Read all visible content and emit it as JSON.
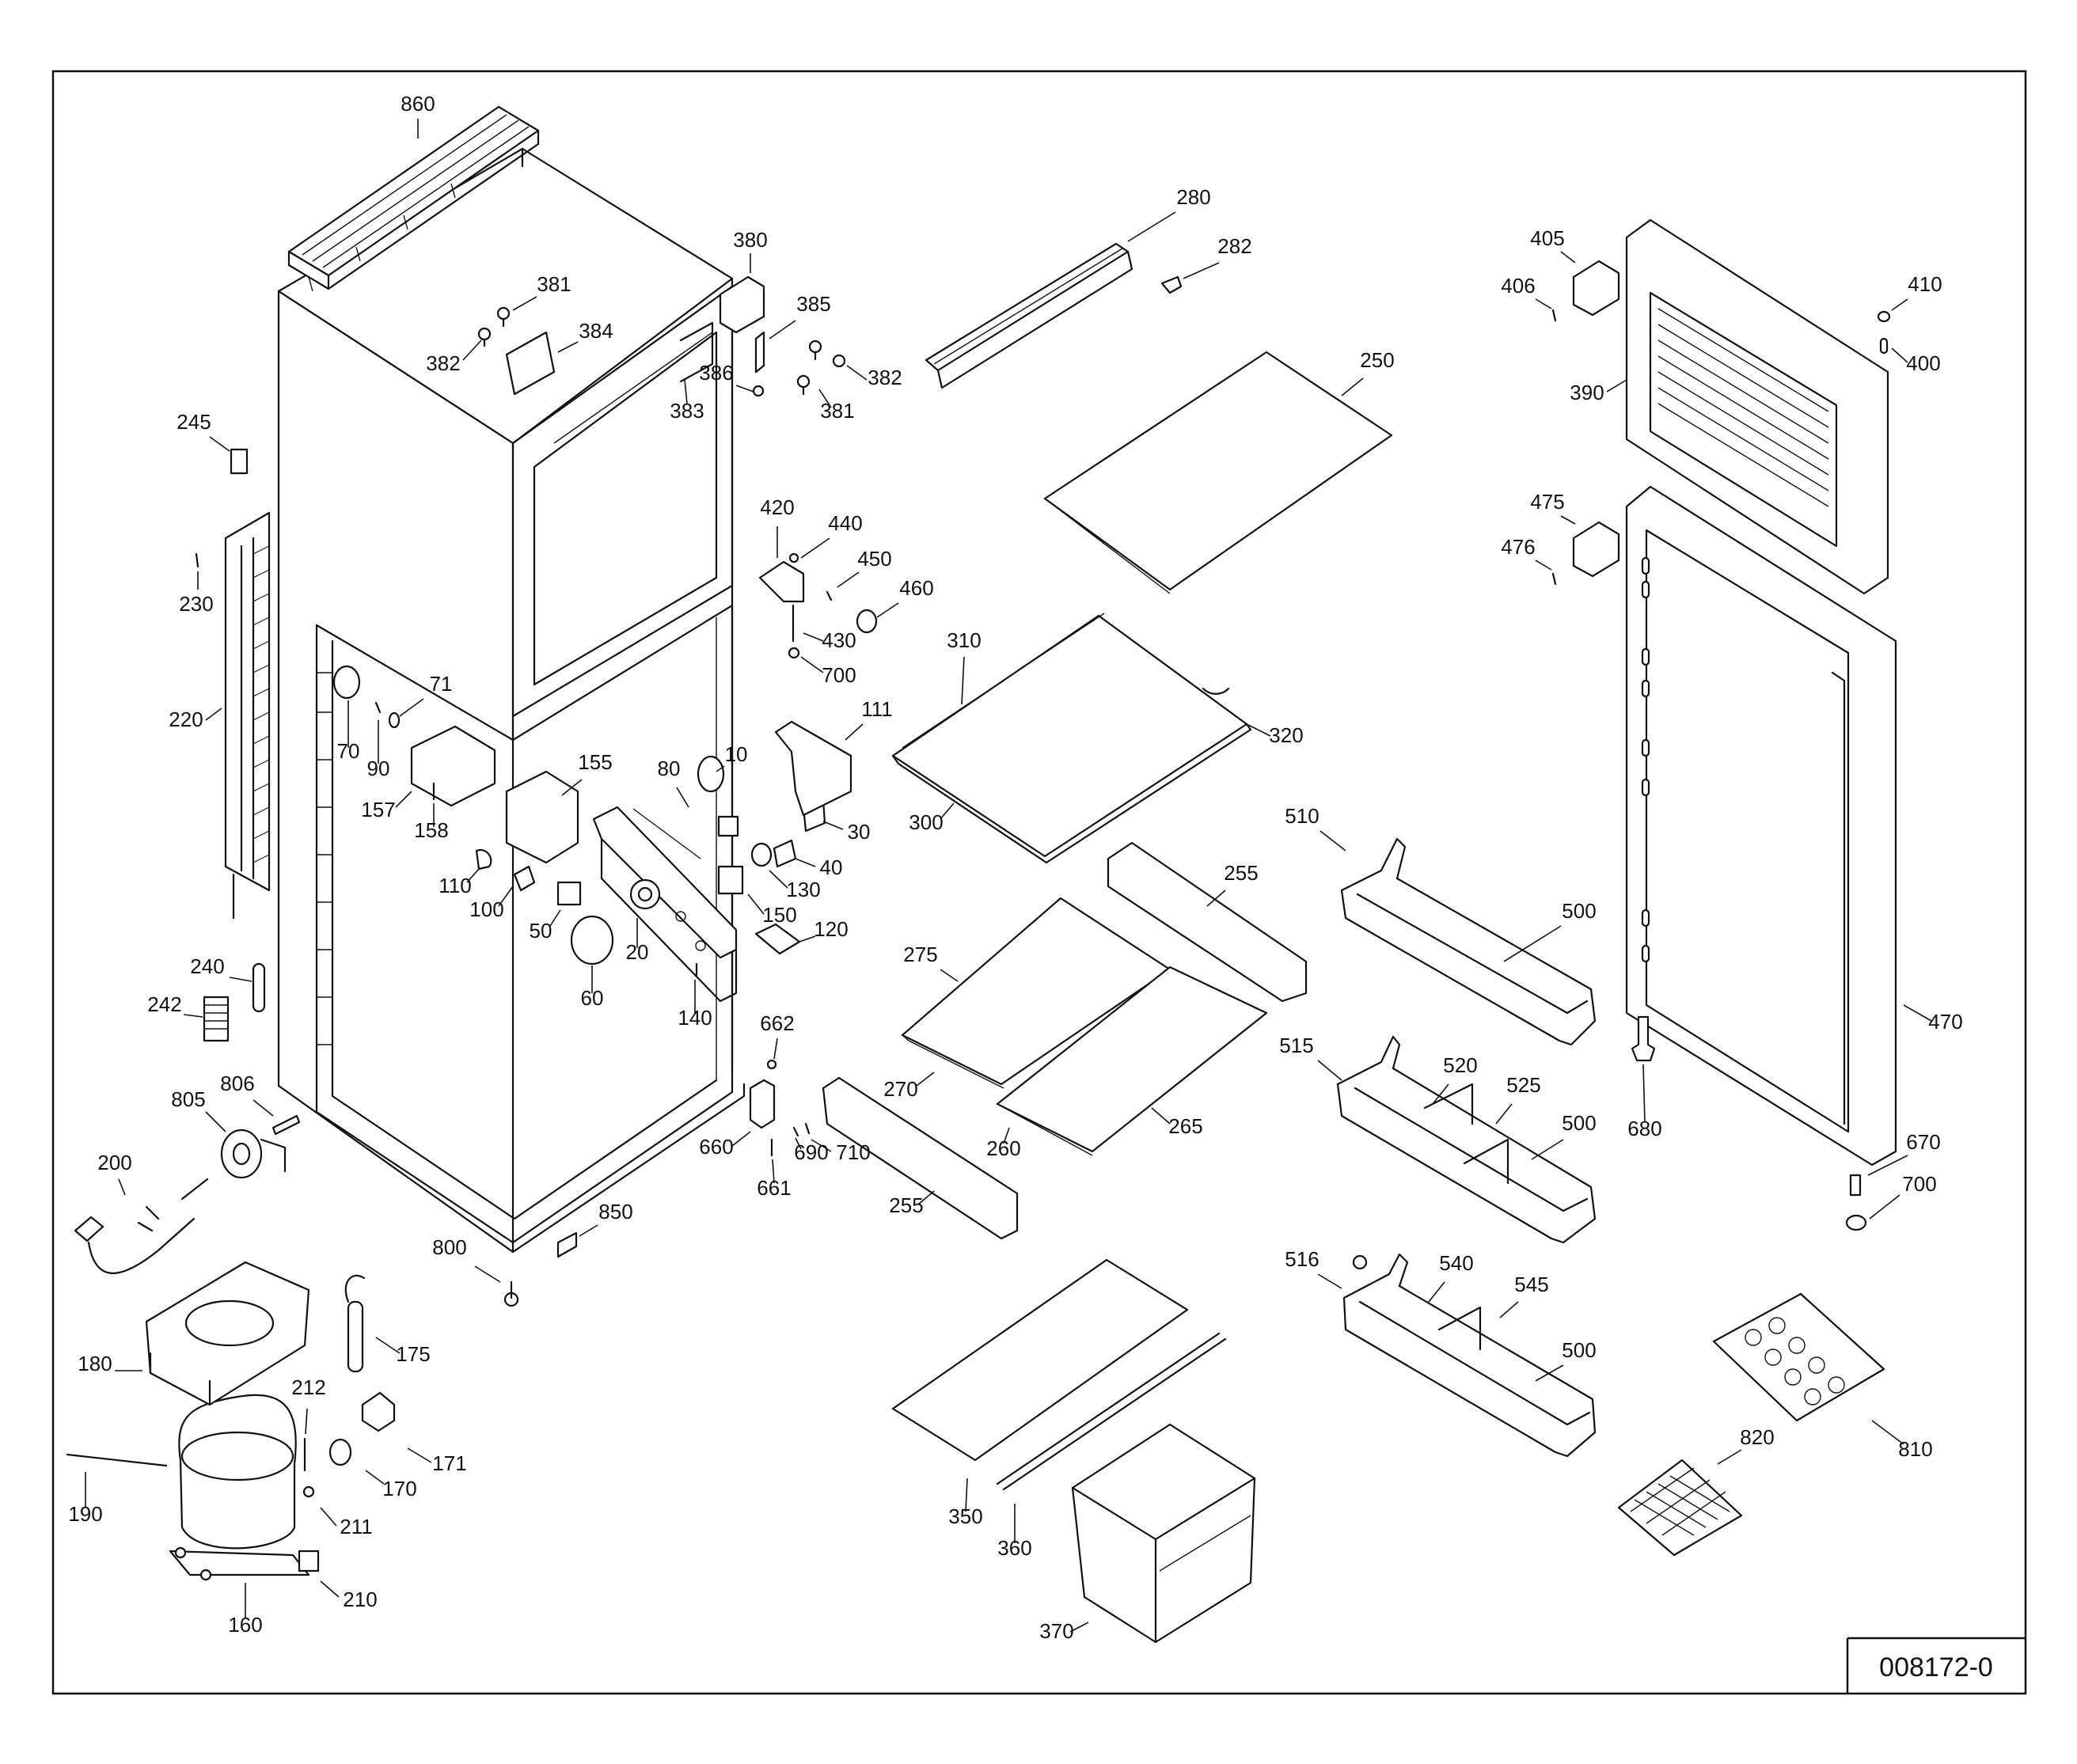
{
  "diagram": {
    "drawing_number": "008172-0",
    "labels": [
      "860",
      "380",
      "381",
      "382",
      "384",
      "385",
      "386",
      "383",
      "382",
      "381",
      "280",
      "282",
      "250",
      "405",
      "406",
      "410",
      "400",
      "390",
      "475",
      "476",
      "245",
      "230",
      "220",
      "420",
      "440",
      "450",
      "460",
      "430",
      "700",
      "310",
      "320",
      "300",
      "111",
      "70",
      "71",
      "90",
      "157",
      "158",
      "155",
      "80",
      "10",
      "30",
      "40",
      "110",
      "100",
      "50",
      "20",
      "130",
      "150",
      "120",
      "60",
      "140",
      "255",
      "510",
      "500",
      "275",
      "270",
      "260",
      "265",
      "470",
      "240",
      "242",
      "805",
      "806",
      "662",
      "660",
      "661",
      "690",
      "710",
      "515",
      "520",
      "525",
      "500",
      "680",
      "670",
      "700",
      "200",
      "850",
      "255",
      "800",
      "516",
      "540",
      "545",
      "500",
      "180",
      "175",
      "212",
      "171",
      "170",
      "211",
      "190",
      "210",
      "160",
      "350",
      "360",
      "370",
      "820",
      "810"
    ]
  }
}
